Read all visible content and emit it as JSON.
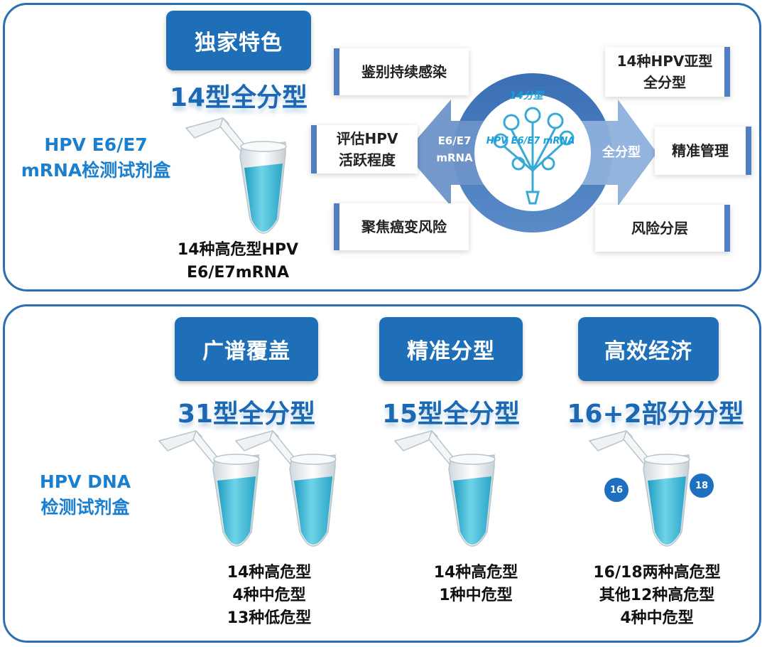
{
  "top": {
    "feature_tag": "独家特色",
    "type_title": "14型全分型",
    "kit_name_line1": "HPV E6/E7",
    "kit_name_line2": "mRNA检测试剂盒",
    "desc_line1": "14种高危型HPV",
    "desc_line2": "E6/E7mRNA",
    "center_logo_line1": "14分型",
    "center_logo_line2": "HPV E6/E7 mRNA",
    "left_arrow_line1": "E6/E7",
    "left_arrow_line2": "mRNA",
    "right_arrow_label": "全分型",
    "left_features": [
      {
        "line1": "鉴别持续感染",
        "line2": ""
      },
      {
        "line1": "评估HPV",
        "line2": "活跃程度"
      },
      {
        "line1": "聚焦癌变风险",
        "line2": ""
      }
    ],
    "right_features": [
      {
        "line1": "14种HPV亚型",
        "line2": "全分型"
      },
      {
        "line1": "精准管理",
        "line2": ""
      },
      {
        "line1": "风险分层",
        "line2": ""
      }
    ]
  },
  "bottom": {
    "kit_name_line1": "HPV DNA",
    "kit_name_line2": "检测试剂盒",
    "columns": [
      {
        "tag": "广谱覆盖",
        "type_title": "31型全分型",
        "desc": [
          "14种高危型",
          "4种中危型",
          "13种低危型"
        ]
      },
      {
        "tag": "精准分型",
        "type_title": "15型全分型",
        "desc": [
          "14种高危型",
          "1种中危型",
          ""
        ]
      },
      {
        "tag": "高效经济",
        "type_title": "16+2部分分型",
        "desc": [
          "16/18两种高危型",
          "其他12种高危型",
          "4种中危型"
        ]
      }
    ],
    "badge_16": "16",
    "badge_18": "18"
  },
  "colors": {
    "accent": "#1f6fb8",
    "border": "#2a6fb3",
    "tube_liquid": "#3fb6d3"
  }
}
